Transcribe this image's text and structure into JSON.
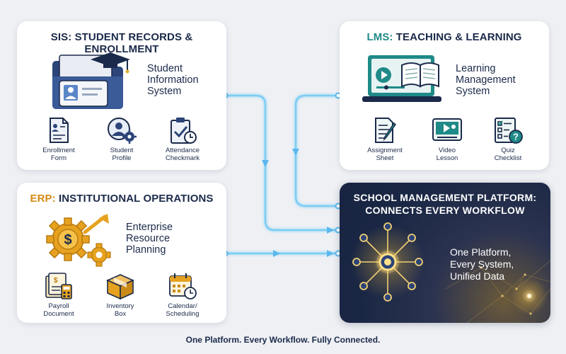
{
  "cards": {
    "sis": {
      "acronym": "SIS:",
      "title_rest": " STUDENT RECORDS & ENROLLMENT",
      "system_name": [
        "Student",
        "Information",
        "System"
      ],
      "items": [
        {
          "label": [
            "Enrollment",
            "Form"
          ],
          "icon": "enrollment-form-icon"
        },
        {
          "label": [
            "Student",
            "Profile"
          ],
          "icon": "student-profile-icon"
        },
        {
          "label": [
            "Attendance",
            "Checkmark"
          ],
          "icon": "attendance-checkmark-icon"
        }
      ]
    },
    "lms": {
      "acronym": "LMS:",
      "title_rest": " TEACHING & LEARNING",
      "system_name": [
        "Learning",
        "Management",
        "System"
      ],
      "items": [
        {
          "label": [
            "Assignment",
            "Sheet"
          ],
          "icon": "assignment-sheet-icon"
        },
        {
          "label": [
            "Video",
            "Lesson"
          ],
          "icon": "video-lesson-icon"
        },
        {
          "label": [
            "Quiz",
            "Checklist"
          ],
          "icon": "quiz-checklist-icon"
        }
      ]
    },
    "erp": {
      "acronym": "ERP:",
      "title_rest": " INSTITUTIONAL OPERATIONS",
      "system_name": [
        "Enterprise",
        "Resource",
        "Planning"
      ],
      "items": [
        {
          "label": [
            "Payroll",
            "Document"
          ],
          "icon": "payroll-document-icon"
        },
        {
          "label": [
            "Inventory",
            "Box"
          ],
          "icon": "inventory-box-icon"
        },
        {
          "label": [
            "Calendar/",
            "Scheduling"
          ],
          "icon": "calendar-scheduling-icon"
        }
      ]
    }
  },
  "platform": {
    "title": [
      "SCHOOL MANAGEMENT PLATFORM:",
      "CONNECTS EVERY WORKFLOW"
    ],
    "tagline": [
      "One Platform,",
      "Every System,",
      "Unified Data"
    ]
  },
  "footer": "One Platform. Every Workflow. Fully Connected.",
  "colors": {
    "navy": "#1b2a4a",
    "teal": "#1f8a88",
    "gold": "#d48b15",
    "connector": "#6cc3f0"
  }
}
